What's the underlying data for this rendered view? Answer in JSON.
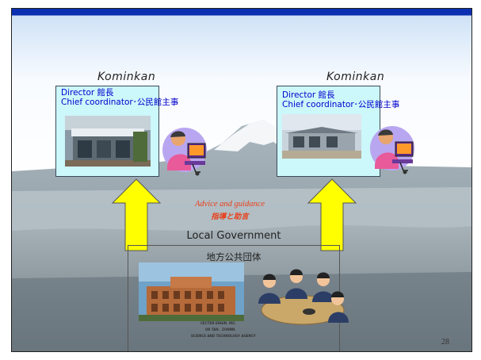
{
  "kominkan": [
    {
      "title": "Kominkan",
      "director": "Director 館長",
      "coordinator": "Chief coordinator･公民館主事"
    },
    {
      "title": "Kominkan",
      "director": "Director 館長",
      "coordinator": "Chief coordinator･公民館主事"
    }
  ],
  "advice": {
    "en": "Advice and guidance",
    "jp": "指導と助言"
  },
  "government": {
    "title": "Local Government",
    "jp": "地方公共団体"
  },
  "credit": [
    "CECTEN ENGIN. INC.",
    "OR TAN . ZONNN.",
    "SCIENCE AND TECHNOLOGY AGENCY"
  ],
  "page_number": "28",
  "colors": {
    "box_fill": "#ccf7fb",
    "text_blue": "#0000cc",
    "arrow_yellow": "#ffff00",
    "advice_red": "#e8401c"
  }
}
